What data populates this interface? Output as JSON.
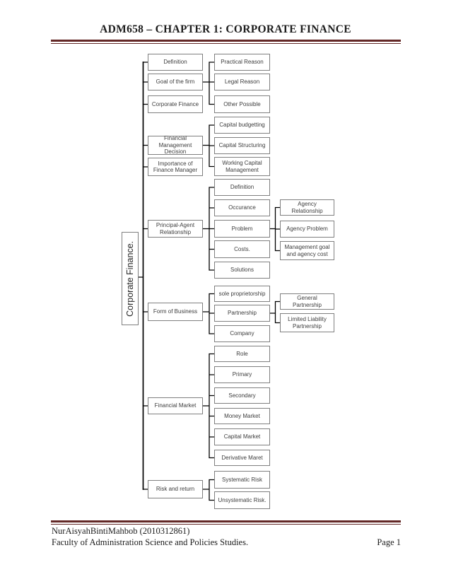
{
  "header": {
    "title": "ADM658 – CHAPTER 1: CORPORATE FINANCE"
  },
  "footer": {
    "author": "NurAisyahBintiMahbob (2010312861)",
    "faculty": "Faculty of Administration Science and Policies Studies.",
    "page_number": "Page 1"
  },
  "colors": {
    "rule_accent": "#632826",
    "box_border": "#7f7f7f",
    "connector": "#000000",
    "box_text": "#3d3d3d"
  },
  "diagram": {
    "root_label": "Corporate Finance.",
    "branches": [
      {
        "label": "Definition"
      },
      {
        "label": "Goal of the firm",
        "children": [
          {
            "label": "Practical Reason"
          },
          {
            "label": "Legal Reason"
          },
          {
            "label": "Other Possible"
          }
        ]
      },
      {
        "label": "Corporate Finance"
      },
      {
        "label": "Financial Management Decision",
        "children": [
          {
            "label": "Capital budgetting"
          },
          {
            "label": "Capital Structuring"
          },
          {
            "label": "Working Capital Management"
          }
        ]
      },
      {
        "label": "Importance of Finance Manager"
      },
      {
        "label": "Principal-Agent Relationship",
        "children": [
          {
            "label": "Definition"
          },
          {
            "label": "Occurance"
          },
          {
            "label": "Problem",
            "children": [
              {
                "label": "Agency Relationship"
              },
              {
                "label": "Agency Problem"
              },
              {
                "label": "Management goal and agency cost"
              }
            ]
          },
          {
            "label": "Costs."
          },
          {
            "label": "Solutions"
          }
        ]
      },
      {
        "label": "Form of Business",
        "children": [
          {
            "label": "sole proprietorship"
          },
          {
            "label": "Partnership",
            "children": [
              {
                "label": "General Partnership"
              },
              {
                "label": "Limited Liability Partnership"
              }
            ]
          },
          {
            "label": "Company"
          }
        ]
      },
      {
        "label": "Financial Market",
        "children": [
          {
            "label": "Role"
          },
          {
            "label": "Primary"
          },
          {
            "label": "Secondary"
          },
          {
            "label": "Money Market"
          },
          {
            "label": "Capital Market"
          },
          {
            "label": "Derivative Maret"
          }
        ]
      },
      {
        "label": "Risk and return",
        "children": [
          {
            "label": "Systematic Risk"
          },
          {
            "label": "Unsystematic Risk."
          }
        ]
      }
    ]
  }
}
